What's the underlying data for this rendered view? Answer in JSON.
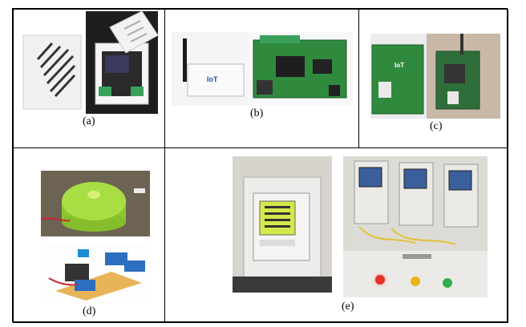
{
  "figure": {
    "captions": {
      "a": "(a)",
      "b": "(b)",
      "c": "(c)",
      "d": "(d)",
      "e": "(e)"
    },
    "panel_text": {
      "b_device_brand": "IoT",
      "c_board_brand": "IoT"
    },
    "colors": {
      "pcb_green": "#2f8a3e",
      "enclosure_white": "#eeeeee",
      "terminal_green": "#3aa15a",
      "lcd_yellow": "#d4e84a",
      "lcd_blue": "#3a5f9a",
      "led_red": "#e2332a",
      "led_yellow": "#e8b51a",
      "led_green": "#2fae4a",
      "lime_enclosure": "#9fd63a"
    }
  }
}
